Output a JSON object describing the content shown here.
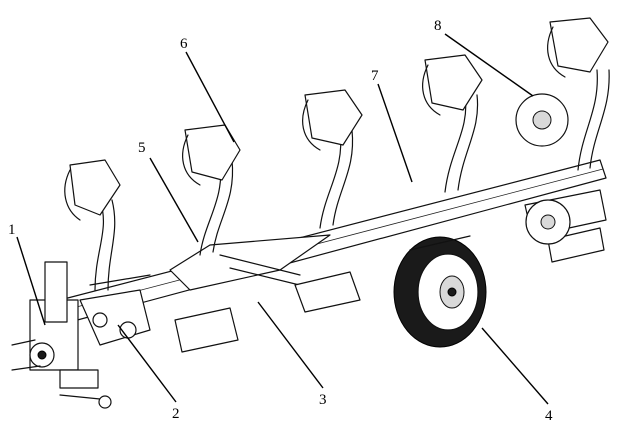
{
  "callouts": [
    {
      "id": "1",
      "label": "1"
    },
    {
      "id": "2",
      "label": "2"
    },
    {
      "id": "3",
      "label": "3"
    },
    {
      "id": "4",
      "label": "4"
    },
    {
      "id": "5",
      "label": "5"
    },
    {
      "id": "6",
      "label": "6"
    },
    {
      "id": "7",
      "label": "7"
    },
    {
      "id": "8",
      "label": "8"
    }
  ],
  "parts": {
    "hitch": "hitch-assembly",
    "frame": "main-frame-beam",
    "bodies": [
      "plough-body-1",
      "plough-body-2",
      "plough-body-3",
      "plough-body-4",
      "plough-body-5"
    ],
    "wheel": "depth-wheel",
    "coulter": "disc-coulter"
  }
}
